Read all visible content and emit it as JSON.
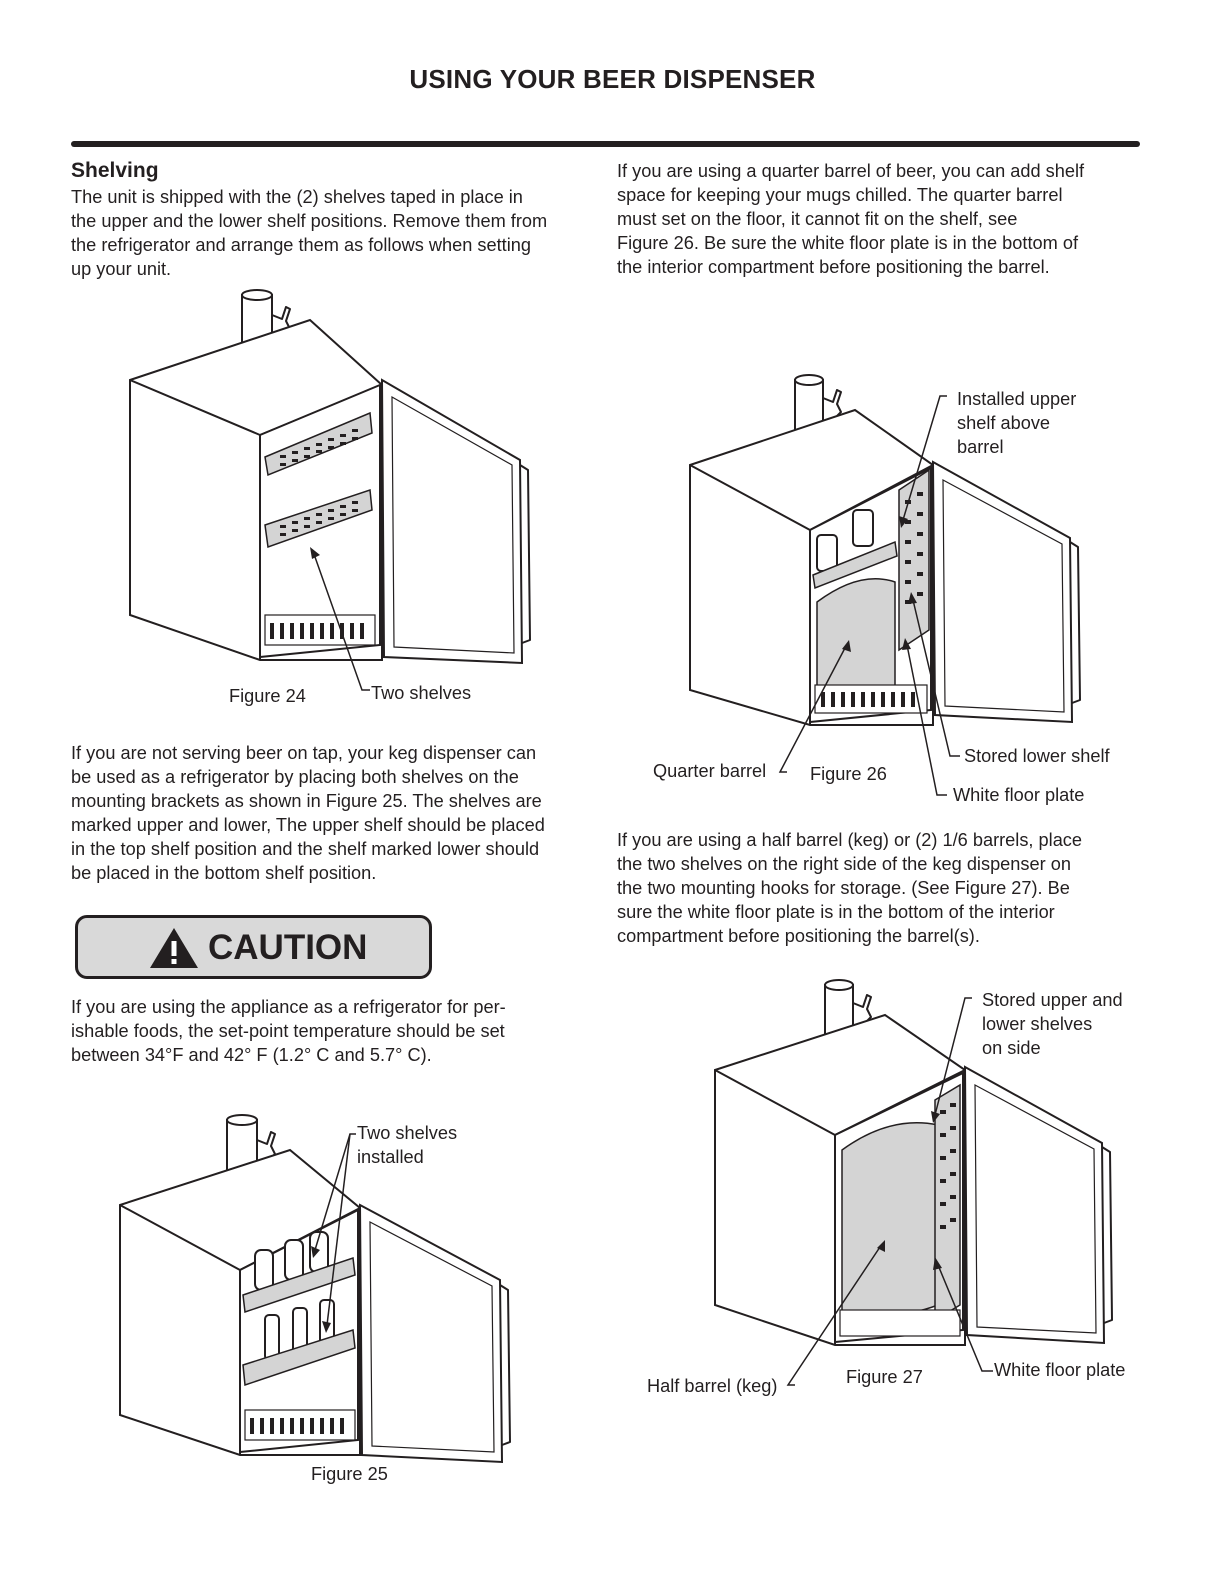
{
  "page": {
    "title": "USING YOUR BEER DISPENSER"
  },
  "left": {
    "heading": "Shelving",
    "para1": [
      "The unit is shipped with the (2) shelves taped in place in",
      "the upper and the lower shelf positions. Remove them from",
      "the refrigerator and arrange them as follows when setting",
      "up your unit."
    ],
    "fig24": {
      "caption": "Figure 24",
      "label": "Two shelves"
    },
    "para2": [
      "If you are not serving beer on tap, your keg dispenser can",
      "be used as a refrigerator by placing both shelves on the",
      "mounting brackets as shown in Figure 25. The shelves are",
      "marked upper and lower, The upper shelf should be placed",
      "in the top shelf position and the shelf marked lower should",
      "be placed in the bottom shelf position."
    ],
    "caution": {
      "text": "CAUTION",
      "icon": "warning-triangle-icon"
    },
    "para3": [
      "If you are using the appliance as a refrigerator for per-",
      "ishable foods, the set-point temperature should be set",
      "between 34°F and 42° F (1.2° C and 5.7° C)."
    ],
    "fig25": {
      "caption": "Figure 25",
      "label_lines": [
        "Two shelves",
        "installed"
      ]
    }
  },
  "right": {
    "para1": [
      "If you are using a quarter barrel of beer, you can add shelf",
      "space for keeping your mugs chilled. The quarter barrel",
      "must set on the floor, it cannot fit on the shelf, see",
      "Figure 26. Be sure the white floor plate is in the bottom of",
      "the interior compartment before positioning the barrel."
    ],
    "fig26": {
      "caption": "Figure 26",
      "upper_label": [
        "Installed upper",
        "shelf above",
        "barrel"
      ],
      "stored_label": "Stored lower shelf",
      "barrel_label": "Quarter barrel",
      "plate_label": "White floor plate"
    },
    "para2": [
      "If you are using a half barrel (keg) or (2) 1/6 barrels, place",
      "the two shelves on the right side of the keg dispenser on",
      "the two mounting hooks for storage. (See Figure 27). Be",
      "sure the white floor plate is in the bottom of the interior",
      "compartment before positioning the barrel(s)."
    ],
    "fig27": {
      "caption": "Figure 27",
      "stored_label": [
        "Stored upper and",
        "lower shelves",
        "on side"
      ],
      "barrel_label": "Half barrel (keg)",
      "plate_label": "White floor plate"
    }
  }
}
